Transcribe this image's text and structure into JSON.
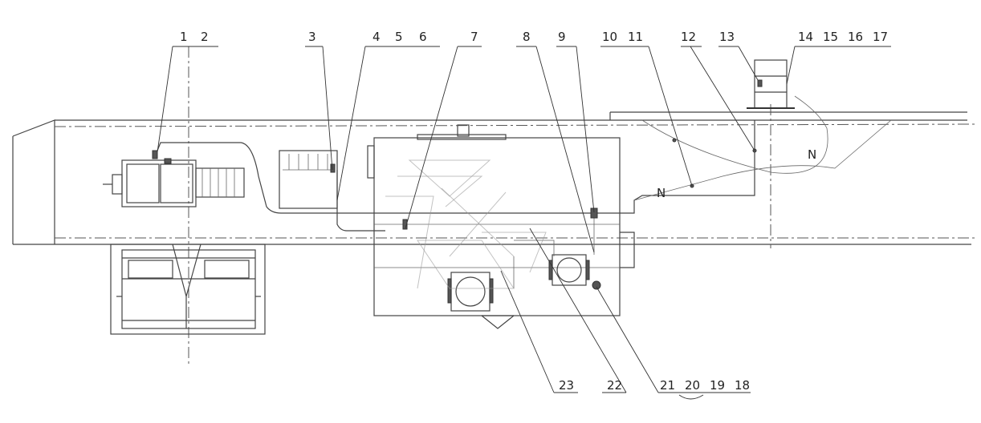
{
  "callouts": {
    "top": [
      {
        "id": "c1",
        "text": "1"
      },
      {
        "id": "c2",
        "text": "2"
      },
      {
        "id": "c3",
        "text": "3"
      },
      {
        "id": "c4",
        "text": "4"
      },
      {
        "id": "c5",
        "text": "5"
      },
      {
        "id": "c6",
        "text": "6"
      },
      {
        "id": "c7",
        "text": "7"
      },
      {
        "id": "c8",
        "text": "8"
      },
      {
        "id": "c9",
        "text": "9"
      },
      {
        "id": "c10",
        "text": "10"
      },
      {
        "id": "c11",
        "text": "11"
      },
      {
        "id": "c12",
        "text": "12"
      },
      {
        "id": "c13",
        "text": "13"
      },
      {
        "id": "c14",
        "text": "14"
      },
      {
        "id": "c15",
        "text": "15"
      },
      {
        "id": "c16",
        "text": "16"
      },
      {
        "id": "c17",
        "text": "17"
      }
    ],
    "bottom": [
      {
        "id": "c23",
        "text": "23"
      },
      {
        "id": "c22",
        "text": "22"
      },
      {
        "id": "c21",
        "text": "21"
      },
      {
        "id": "c20",
        "text": "20"
      },
      {
        "id": "c19",
        "text": "19"
      },
      {
        "id": "c18",
        "text": "18"
      }
    ]
  },
  "pipe_markers": [
    "N",
    "N"
  ]
}
